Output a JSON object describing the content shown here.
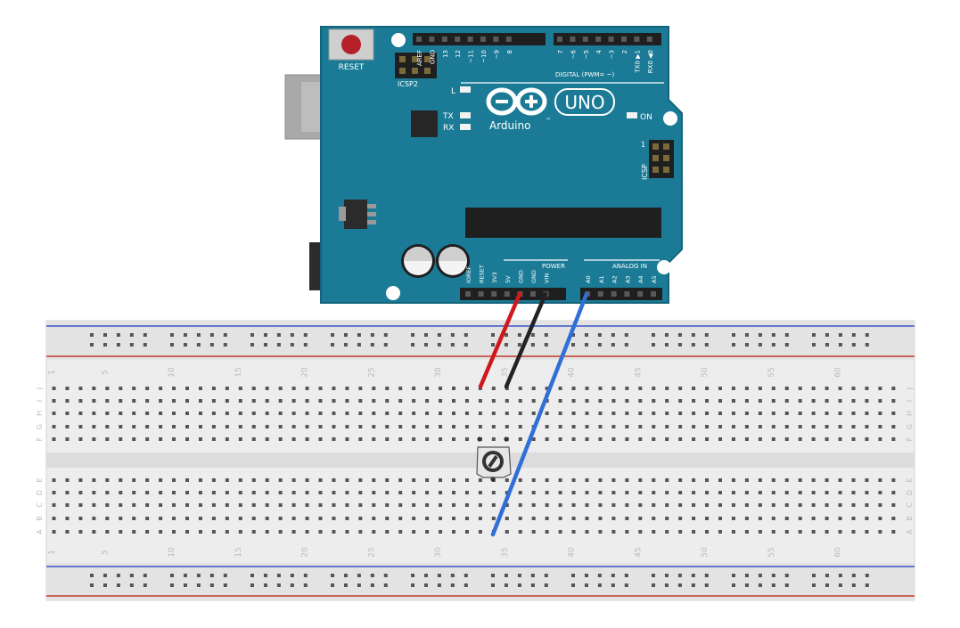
{
  "arduino": {
    "reset_label": "RESET",
    "icsp2_label": "ICSP2",
    "icsp_label": "ICSP",
    "icsp_pin1": "1",
    "l_label": "L",
    "tx_label": "TX",
    "rx_label": "RX",
    "on_label": "ON",
    "brand_label": "Arduino",
    "tm_label": "™",
    "model_label": "UNO",
    "digital_label": "DIGITAL (PWM= ~)",
    "power_label": "POWER",
    "analog_label": "ANALOG IN",
    "top_pins_left": [
      "AREF",
      "GND",
      "13",
      "12",
      "~11",
      "~10",
      "~9",
      "8"
    ],
    "top_pins_right": [
      "7",
      "~6",
      "~5",
      "4",
      "~3",
      "2",
      "TX0 ▶1",
      "RX0 ◀0"
    ],
    "power_pins": [
      "IOREF",
      "RESET",
      "3V3",
      "5V",
      "GND",
      "GND",
      "VIN"
    ],
    "analog_pins": [
      "A0",
      "A1",
      "A2",
      "A3",
      "A4",
      "A5"
    ]
  },
  "breadboard": {
    "column_numbers": [
      "1",
      "5",
      "10",
      "15",
      "20",
      "25",
      "30",
      "35",
      "40",
      "45",
      "50",
      "55",
      "60"
    ],
    "rows_top": [
      "J",
      "I",
      "H",
      "G",
      "F"
    ],
    "rows_bottom": [
      "E",
      "D",
      "C",
      "B",
      "A"
    ]
  },
  "wires": [
    {
      "name": "wire-5v",
      "color": "#d0171b"
    },
    {
      "name": "wire-gnd",
      "color": "#222222"
    },
    {
      "name": "wire-a0",
      "color": "#2f6fd6"
    }
  ],
  "colors": {
    "board": "#1b7b96",
    "board_edge": "#14657c",
    "header": "#1f1f1f",
    "rail_red": "#c0392b",
    "rail_blue": "#3a55c8",
    "breadboard": "#e8e8e8"
  }
}
